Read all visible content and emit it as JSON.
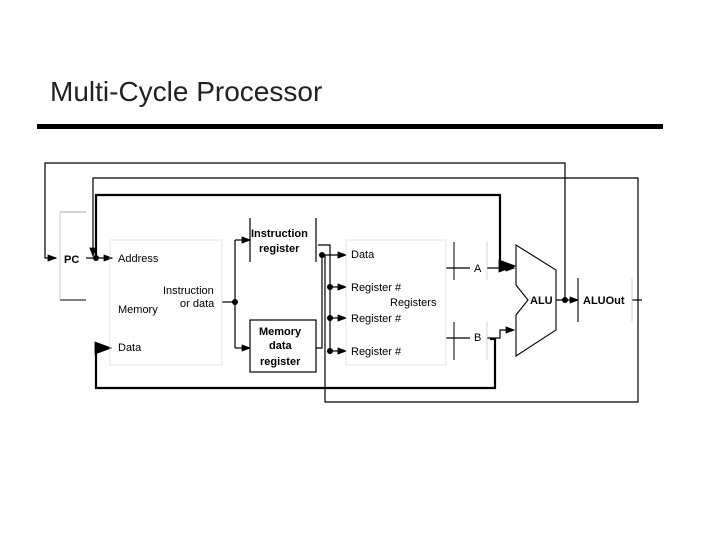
{
  "slide": {
    "title": "Multi-Cycle Processor"
  },
  "diagram": {
    "pc": "PC",
    "memory": {
      "label": "Memory",
      "address": "Address",
      "data": "Data",
      "instruction_line1": "Instruction",
      "instruction_line2": "or data"
    },
    "instruction_register": {
      "line1": "Instruction",
      "line2": "register"
    },
    "memory_data_register": {
      "line1": "Memory",
      "line2": "data",
      "line3": "register"
    },
    "registers": {
      "label": "Registers",
      "data": "Data",
      "reg1": "Register #",
      "reg2": "Register #",
      "reg3": "Register #"
    },
    "a_reg": "A",
    "b_reg": "B",
    "alu": "ALU",
    "aluout": "ALUOut"
  }
}
